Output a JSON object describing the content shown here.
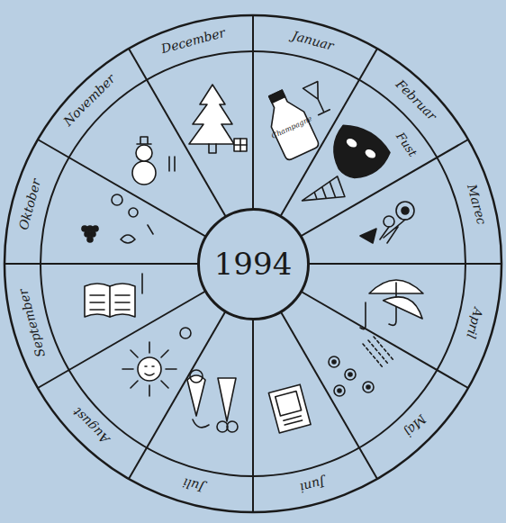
{
  "diagram": {
    "nodes": [
      {
        "text": [
          "1994"
        ]
      }
    ],
    "labels": [
      "Januar",
      "Februar",
      "Marec",
      "April",
      "Maj",
      "Juni",
      "Juli",
      "August",
      "September",
      "Oktober",
      "November",
      "December",
      "Champagne",
      "Fust"
    ]
  }
}
